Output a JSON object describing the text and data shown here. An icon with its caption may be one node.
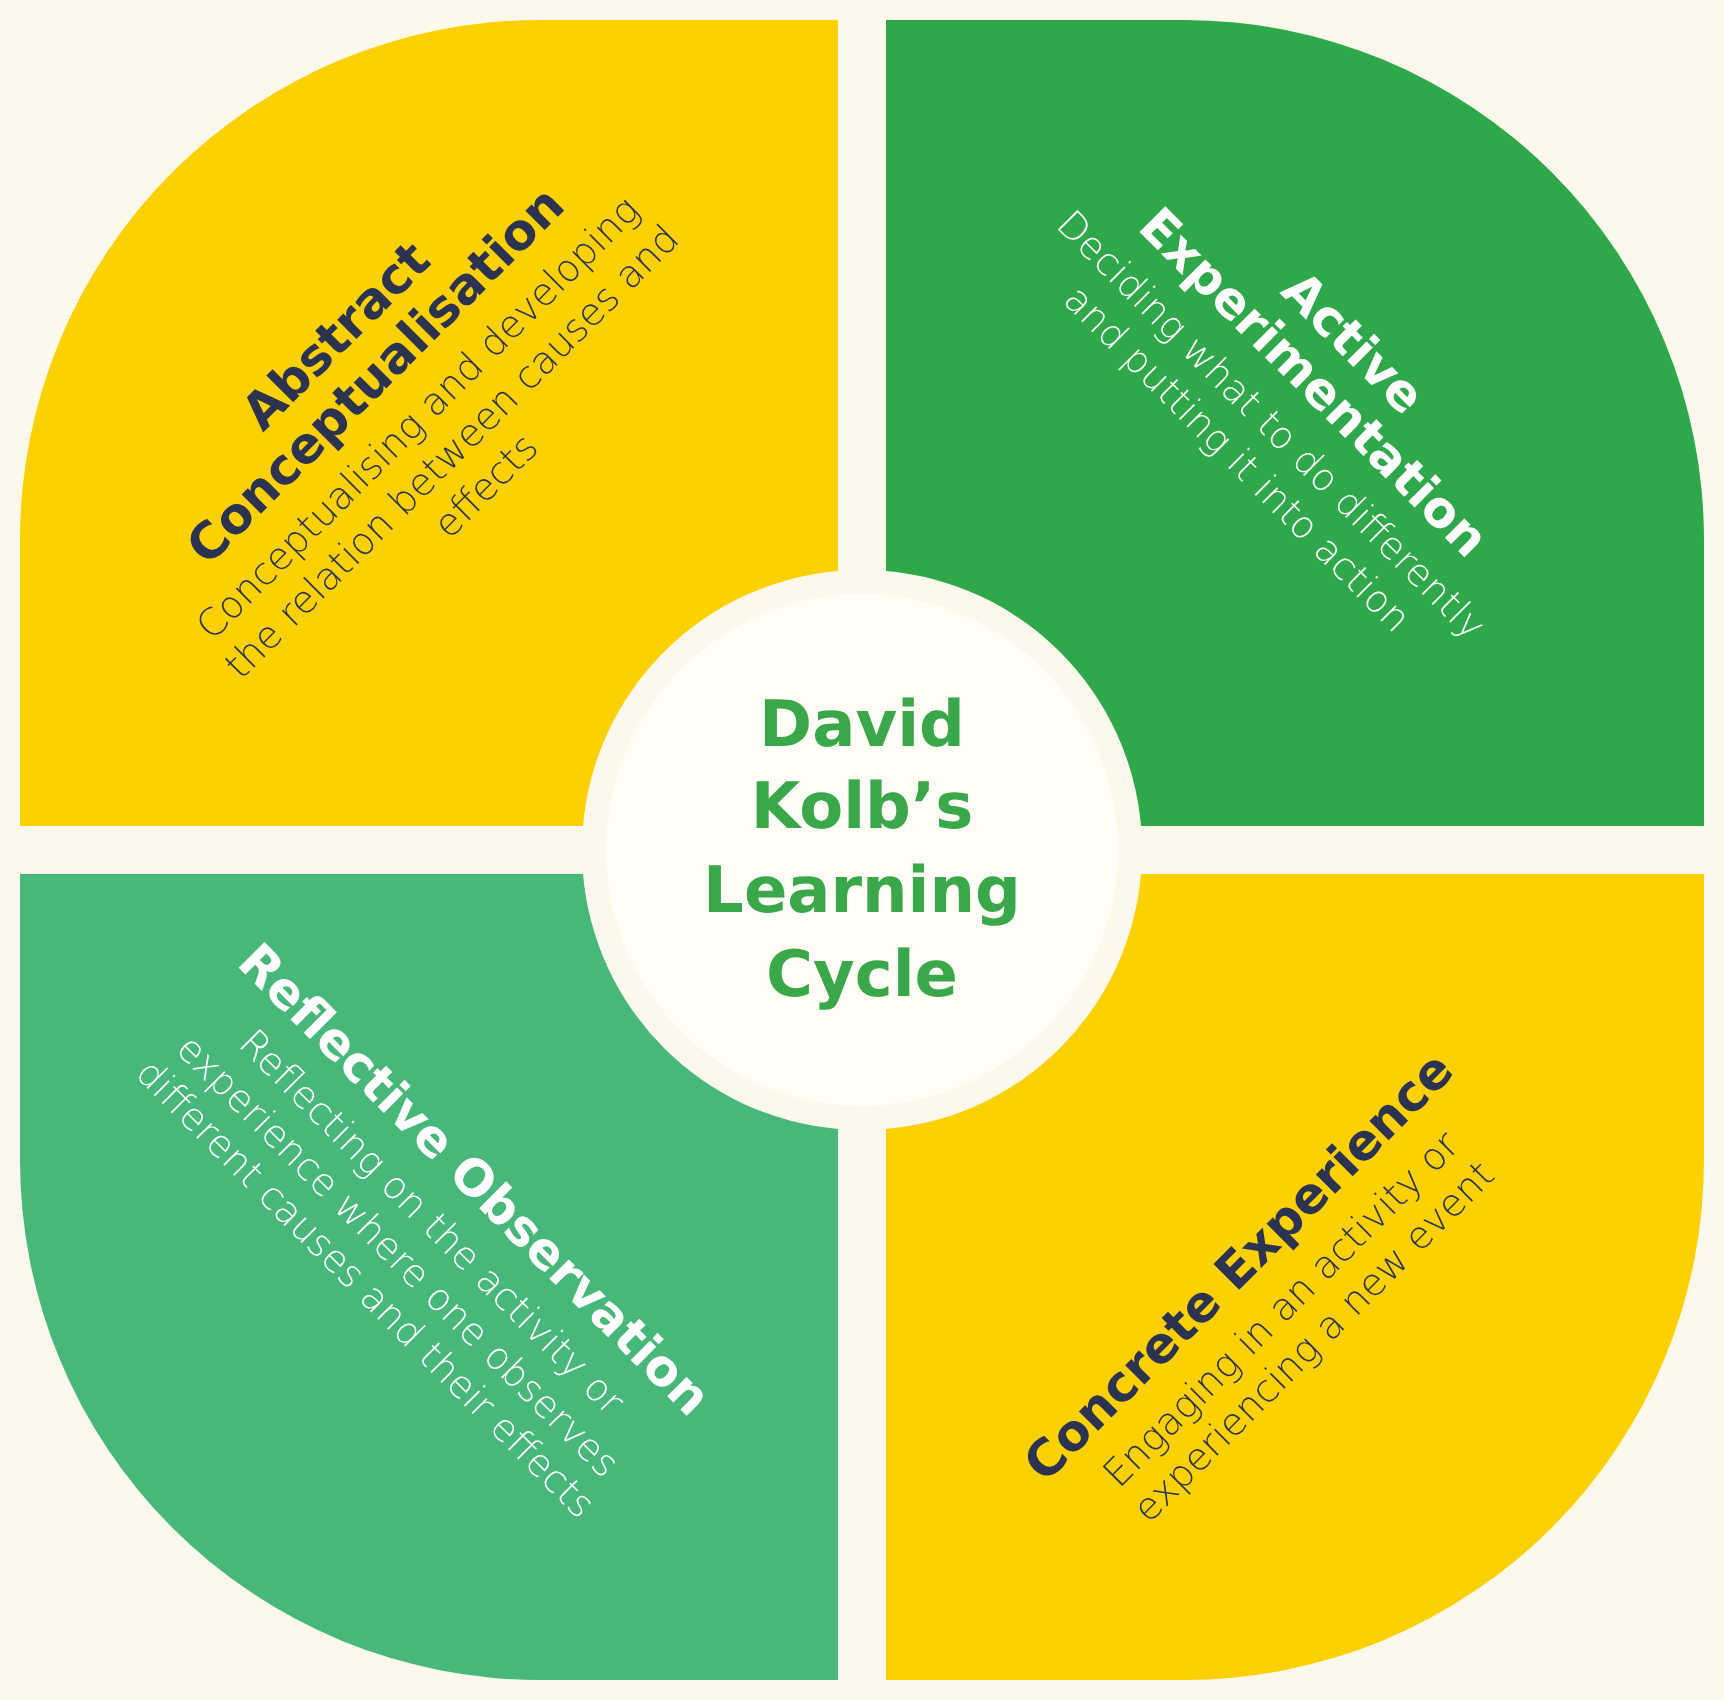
{
  "diagram": {
    "nodes": [
      {
        "text": [
          "Abstract Conceptualisation",
          "Conceptualising and developing the relation between causes and effects"
        ]
      },
      {
        "text": [
          "Active Experimentation",
          "Deciding what to do differently and putting it into action"
        ]
      },
      {
        "text": [
          "David Kolb’s Learning Cycle"
        ]
      },
      {
        "text": [
          "Reflective Observation",
          "Reflecting on the activity or experience where one observes different causes and their effects"
        ]
      },
      {
        "text": [
          "Concrete Experience",
          "Engaging in an activity or experiencing a new event"
        ]
      }
    ]
  }
}
